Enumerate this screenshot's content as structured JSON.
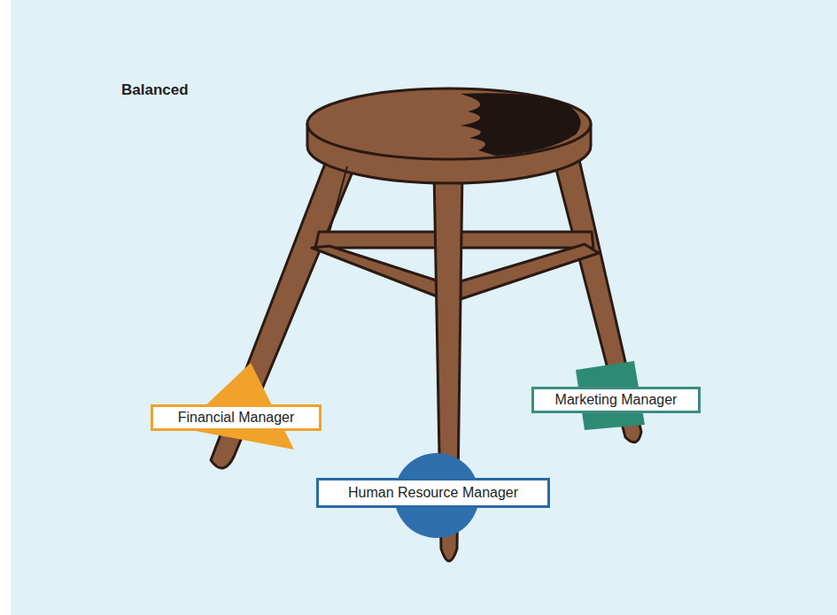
{
  "diagram": {
    "title": "Balanced",
    "nodes": [
      {
        "text": [
          "Financial Manager"
        ]
      },
      {
        "text": [
          "Human Resource Manager"
        ]
      },
      {
        "text": [
          "Marketing Manager"
        ]
      }
    ]
  }
}
